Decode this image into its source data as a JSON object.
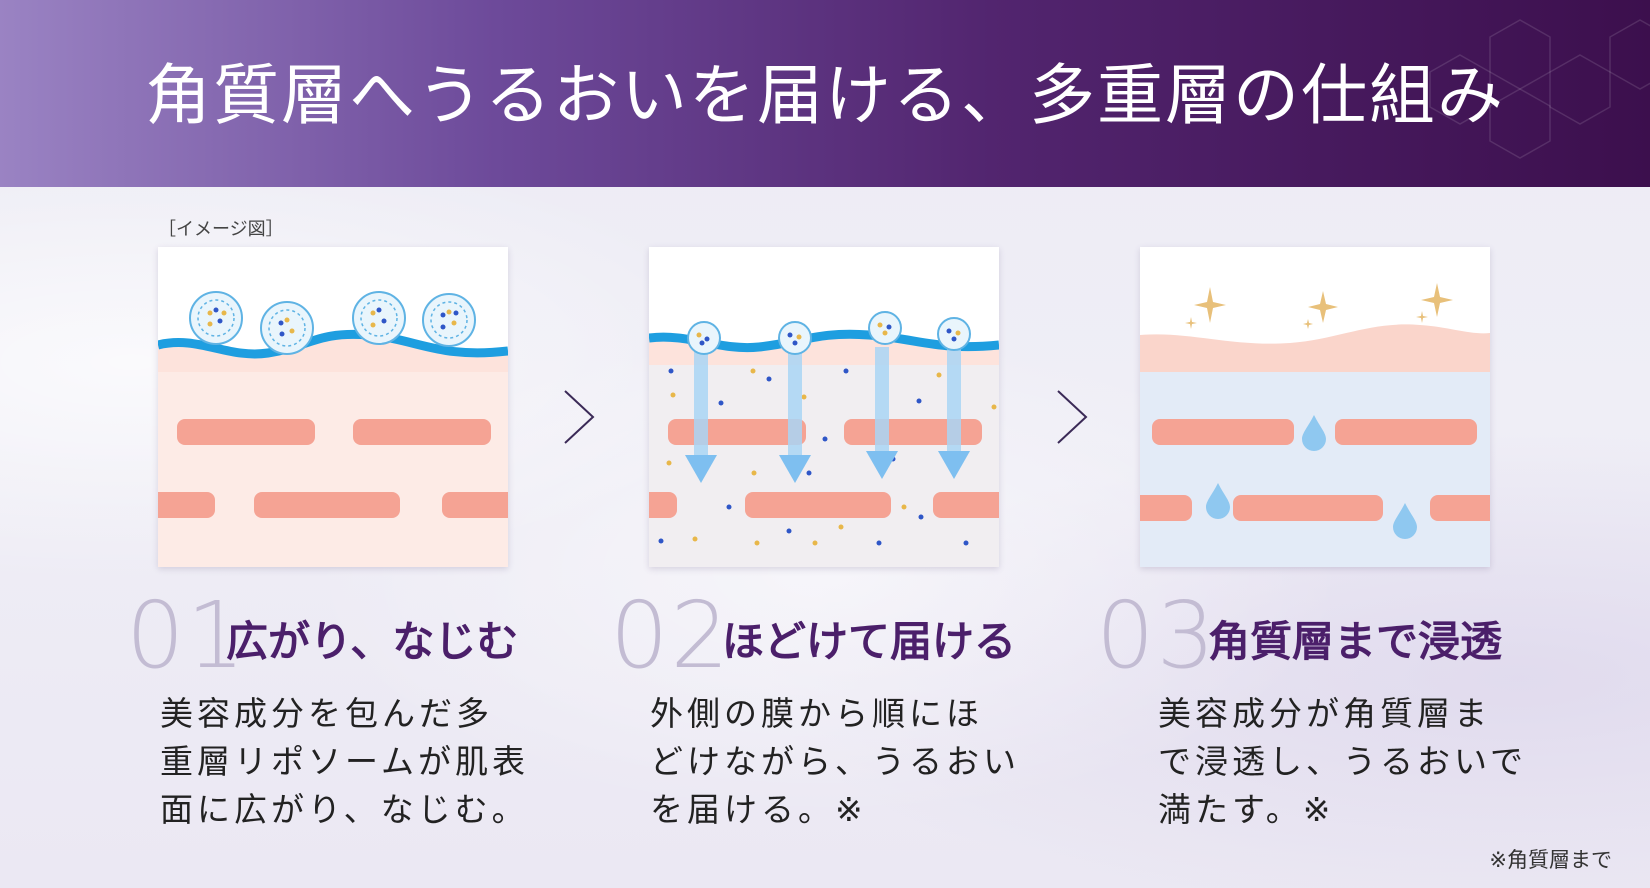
{
  "header": {
    "title": "角質層へうるおいを届ける、多重層の仕組み"
  },
  "image_label": "［イメージ図］",
  "steps": [
    {
      "number": "01",
      "title": "広がり、なじむ",
      "lines": [
        "美容成分を包んだ多",
        "重層リポソームが肌表",
        "面に広がり、なじむ。"
      ]
    },
    {
      "number": "02",
      "title": "ほどけて届ける",
      "lines": [
        "外側の膜から順にほ",
        "どけながら、うるおい",
        "を届ける。※"
      ]
    },
    {
      "number": "03",
      "title": "角質層まで浸透",
      "lines": [
        "美容成分が角質層ま",
        "で浸透し、うるおいで",
        "満たす。※"
      ]
    }
  ],
  "footnote": "※角質層まで",
  "colors": {
    "banner_start": "#9a83c3",
    "banner_end": "#3c0f4d",
    "title_accent": "#4b1f6a",
    "number_gray": "#c3bcd3",
    "skin_layer": "#f5a394",
    "skin_bg": "#fdebe6",
    "membrane_blue": "#1e9ee0",
    "drop_blue": "#8fc8f0",
    "sparkle_gold": "#e8c07a"
  },
  "icons": [
    "liposome-icon",
    "arrow-down-icon",
    "water-drop-icon",
    "sparkle-icon",
    "chevron-right-icon"
  ]
}
